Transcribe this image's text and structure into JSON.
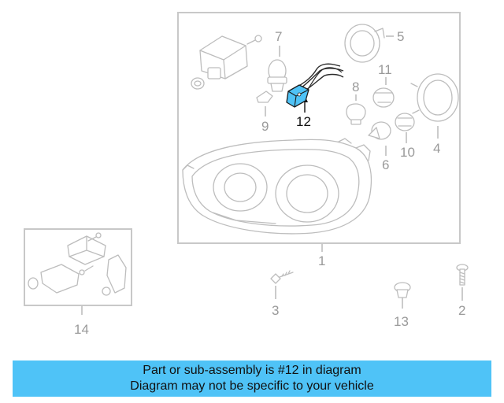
{
  "callouts": {
    "c1": "1",
    "c2": "2",
    "c3": "3",
    "c4": "4",
    "c5": "5",
    "c6": "6",
    "c7": "7",
    "c8": "8",
    "c9": "9",
    "c10": "10",
    "c11": "11",
    "c12": "12",
    "c13": "13",
    "c14": "14"
  },
  "highlighted_part": "12",
  "colors": {
    "highlight_part": "#4fc3f7",
    "caption_background": "#4fc3f7",
    "part_outline": "#bdbdbd",
    "callout_text": "#9a9a9a"
  },
  "caption": {
    "line1": "Part or sub-assembly is #12 in diagram",
    "line2": "Diagram may not be specific to your vehicle"
  }
}
